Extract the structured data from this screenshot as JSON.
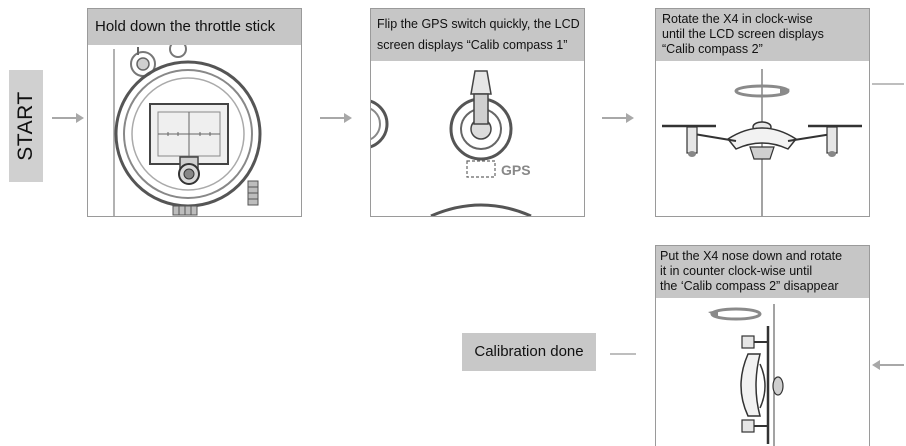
{
  "start_label": "START",
  "steps": [
    {
      "caption": "Hold down the throttle stick"
    },
    {
      "caption_line1": "Flip the GPS switch quickly, the LCD",
      "caption_line2": "screen displays  “Calib compass 1”",
      "switch_label": "GPS"
    },
    {
      "caption_line1": "Rotate the X4 in clock-wise",
      "caption_line2": "until the  LCD screen displays",
      "caption_line3": "“Calib compass 2”"
    },
    {
      "caption_line1": "Put the X4 nose down and rotate",
      "caption_line2": "it in counter clock-wise until",
      "caption_line3": "the ‘Calib compass 2” disappear"
    }
  ],
  "done_label": "Calibration done",
  "colors": {
    "caption_bg": "#c6c6c6",
    "line": "#9a9a9a",
    "arrow": "#a8a8a8",
    "rotation_arrow": "#8a8a8a"
  },
  "icons": [
    "arrow-right-icon",
    "arrow-left-icon",
    "rotate-clockwise-icon",
    "rotate-counterclockwise-icon"
  ]
}
